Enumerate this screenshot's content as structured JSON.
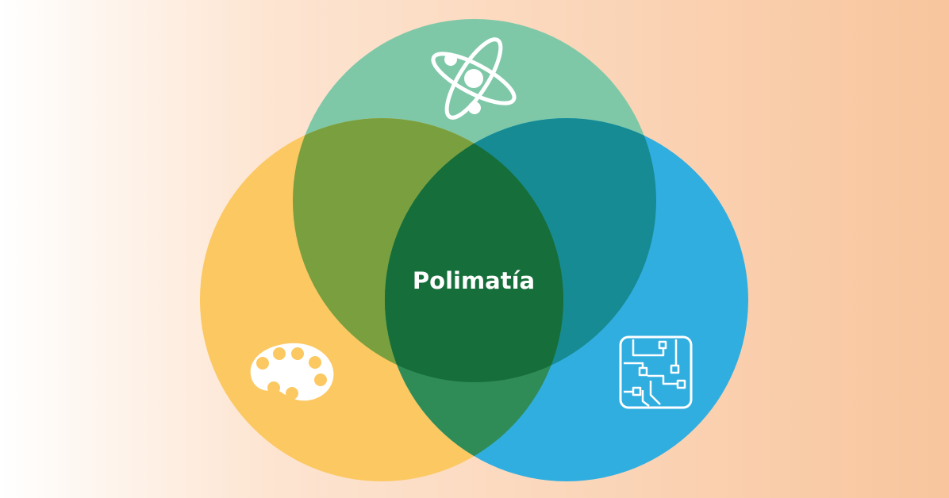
{
  "diagram": {
    "center_label": "Polimatía",
    "circles": [
      {
        "id": "top",
        "icon": "atom-icon",
        "color": "#7ec8a8"
      },
      {
        "id": "left",
        "icon": "palette-icon",
        "color": "#fcc862"
      },
      {
        "id": "right",
        "icon": "circuit-board-icon",
        "color": "#30aee0"
      }
    ],
    "overlaps": {
      "top_left": "#7a9f3f",
      "top_right": "#168b94",
      "left_right": "#2f8c57",
      "center": "#166e3a"
    },
    "background": {
      "from": "#ffffff",
      "to": "#f8c59d"
    }
  }
}
